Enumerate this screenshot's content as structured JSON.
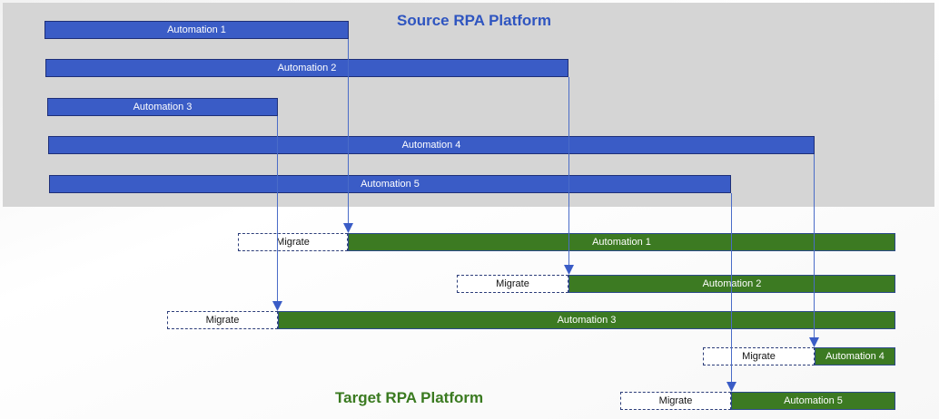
{
  "source": {
    "title": "Source RPA Platform",
    "color": "#3a5cc6",
    "automations": [
      {
        "label": "Automation 1"
      },
      {
        "label": "Automation 2"
      },
      {
        "label": "Automation 3"
      },
      {
        "label": "Automation 4"
      },
      {
        "label": "Automation 5"
      }
    ]
  },
  "target": {
    "title": "Target RPA Platform",
    "color": "#3c7a22",
    "migrate_label": "Migrate",
    "automations": [
      {
        "label": "Automation 1"
      },
      {
        "label": "Automation 2"
      },
      {
        "label": "Automation 3"
      },
      {
        "label": "Automation 4"
      },
      {
        "label": "Automation 5"
      }
    ]
  }
}
